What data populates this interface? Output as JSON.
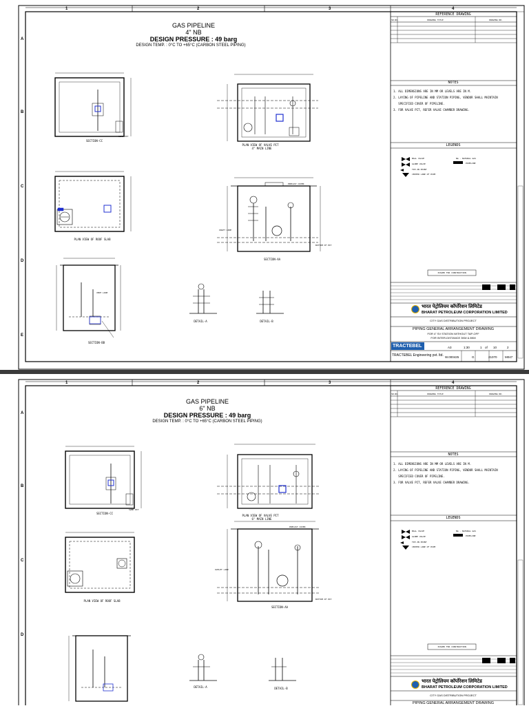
{
  "colors": {
    "line": "#000000",
    "accent": "#1f2fd0",
    "sheet_separator": "#3a3a3a",
    "tractebel": "#1f5fae"
  },
  "grid": {
    "cols": [
      "1",
      "2",
      "3",
      "4"
    ],
    "rows": [
      "A",
      "B",
      "C",
      "D",
      "E"
    ]
  },
  "sheets": [
    {
      "title": "GAS PIPELINE",
      "size": "4\" NB",
      "pressure": "DESIGN PRESSURE : 49 barg",
      "temp": "DESIGN TEMP. : 0°C TO +65°C (CARBON STEEL PIPING)",
      "main_line": "4\" MAIN LINE"
    },
    {
      "title": "GAS PIPELINE",
      "size": "6\" NB",
      "pressure": "DESIGN PRESSURE : 49 barg",
      "temp": "DESIGN TEMP. : 0°C TO +65°C (CARBON STEEL PIPING)",
      "main_line": "6\" MAIN LINE"
    }
  ],
  "labels": {
    "section_cc": "SECTION-CC",
    "section_bb": "SECTION-BB",
    "section_aa": "SECTION-AA",
    "plan_valve_pit": "PLAN VIEW OF VALVE PIT",
    "plan_roof": "PLAN VIEW OF ROOF SLAB",
    "detail_a": "DETAIL-A",
    "detail_b": "DETAIL-B",
    "precast_cover": "PRECAST COVER",
    "vent_line": "VENT LINE",
    "sump_pit": "SUMP PIT",
    "ssv": "SSV",
    "inlet_line": "INLET LINE",
    "outlet_line": "OUTLET LINE",
    "bottom_pit": "BOTTOM OF PIT"
  },
  "ref_panel": {
    "header": "REFERENCE DRAWING",
    "col_no": "SR.NO.",
    "col_title": "DRAWING TITLE",
    "col_dwg": "DRAWING NO.",
    "notes_header": "NOTES",
    "notes": [
      "1. ALL DIMENSIONS ARE IN MM OR LEVELS ARE IN M.",
      "2. LAYING OF PIPELINE AND STATION PIPING, VENDOR SHALL MAINTAIN",
      "   SPECIFIED COVER OF PIPELINE.",
      "3. FOR VALVE PIT, REFER VALVE CHAMBER DRAWING."
    ],
    "legends_header": "LEGENDS",
    "legend_left": [
      "BALL VALVE",
      "GLOBE VALVE",
      "TIE-IN POINT",
      "CENTER LINE OF PIPE"
    ],
    "legend_right": [
      "NG - NATURAL GAS",
      "PIPELINE"
    ],
    "issued": "ISSUED FOR CONSTRUCTION"
  },
  "title_block": {
    "client_hindi": "भारत पेट्रोलियम कॉर्पोरेशन लिमिटेड",
    "client": "BHARAT PETROLEUM CORPORATION LIMITED",
    "project": "CITY GAS DISTRIBUTION PROJECT",
    "drawing_title": "PIPING GENERAL ARRANGEMENT DRAWING",
    "sub1": "FOR 4\" SV STATION WITHOUT TAP-OFF",
    "sub2": "FOR INTER-DISTANCE 3KM & 8KM",
    "consultant": "TRACTEBEL",
    "consultant_full": "TRACTEBEL Engineering pvt. ltd.",
    "size": "A3",
    "scale": "1:30",
    "sheet": "1",
    "of": "of",
    "total": "10",
    "rev": "2",
    "doc_no": "W.000425",
    "code": "G",
    "num": "21070",
    "id": "M047"
  }
}
